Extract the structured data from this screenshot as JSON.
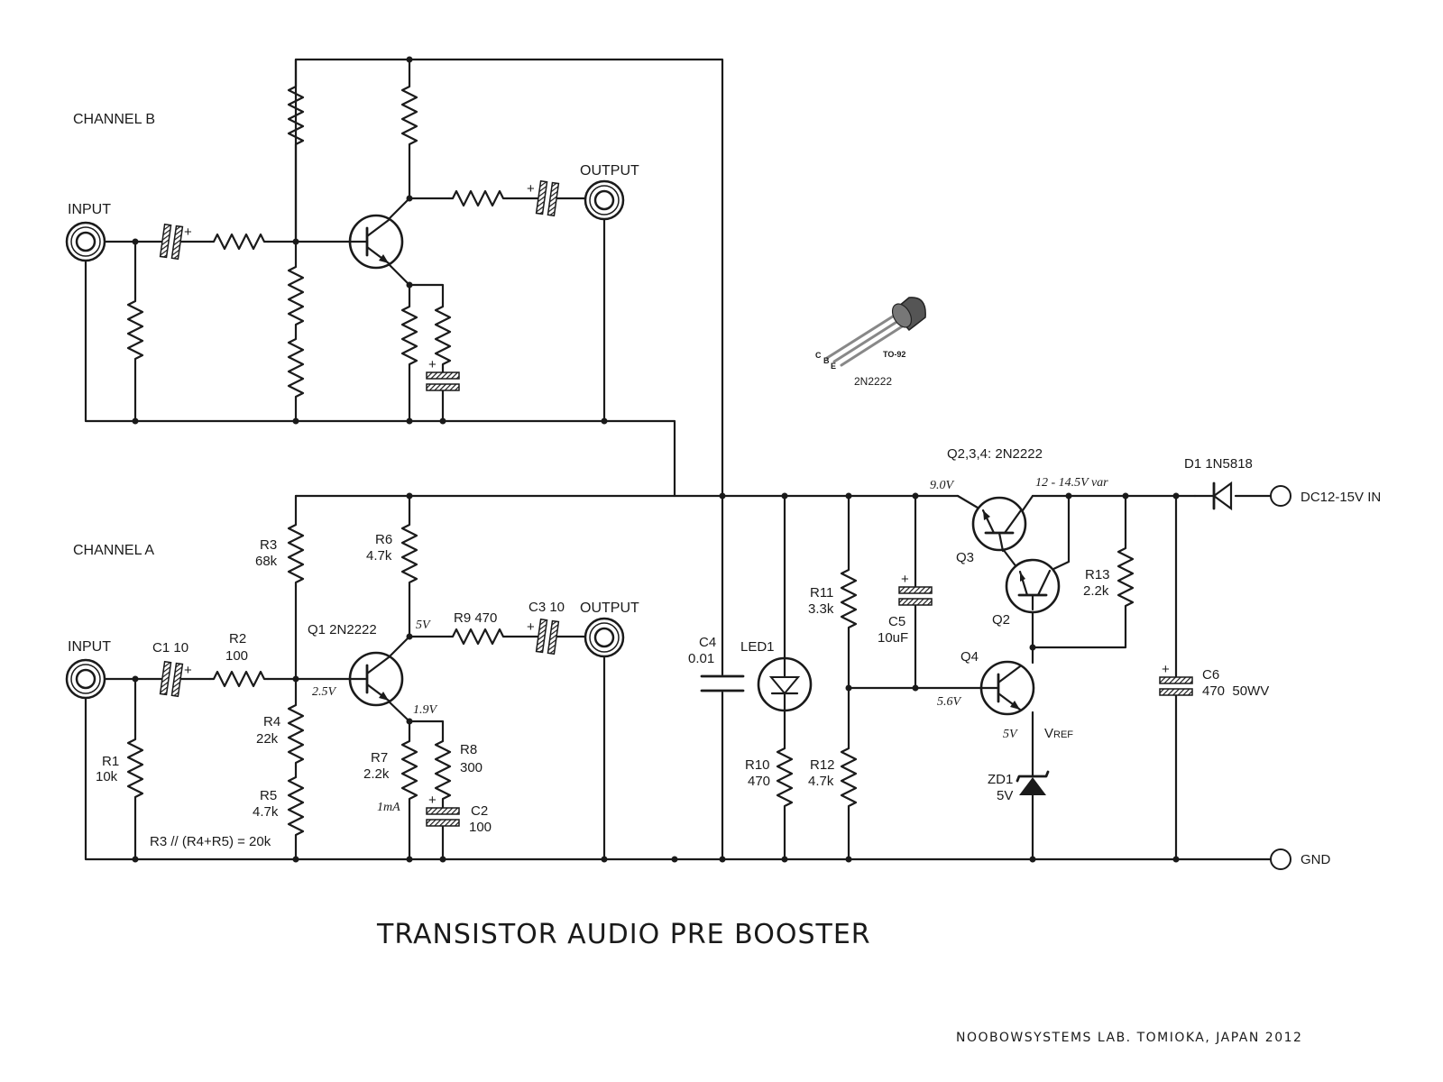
{
  "title": "TRANSISTOR AUDIO PRE BOOSTER",
  "credit": "NOOBOWSYSTEMS LAB. TOMIOKA, JAPAN 2012",
  "channel_b": {
    "label": "CHANNEL B",
    "input_label": "INPUT",
    "output_label": "OUTPUT"
  },
  "channel_a": {
    "label": "CHANNEL A",
    "input_label": "INPUT",
    "output_label": "OUTPUT",
    "components": {
      "c1": {
        "name": "C1",
        "value": "10"
      },
      "r2": {
        "name": "R2",
        "value": "100"
      },
      "r1": {
        "name": "R1",
        "value": "10k"
      },
      "r3": {
        "name": "R3",
        "value": "68k"
      },
      "r4": {
        "name": "R4",
        "value": "22k"
      },
      "r5": {
        "name": "R5",
        "value": "4.7k"
      },
      "q1": "Q1 2N2222",
      "r6": {
        "name": "R6",
        "value": "4.7k"
      },
      "r9": "R9 470",
      "c3": "C3 10",
      "r7": {
        "name": "R7",
        "value": "2.2k"
      },
      "r8": {
        "name": "R8",
        "value": "300"
      },
      "c2": {
        "name": "C2",
        "value": "100"
      }
    },
    "note": "R3 // (R4+R5) = 20k",
    "voltages": {
      "collector": "5V",
      "base": "2.5V",
      "emitter": "1.9V",
      "current": "1mA"
    }
  },
  "transistor_package": {
    "pins": [
      "C",
      "B",
      "E"
    ],
    "package": "TO-92",
    "part": "2N2222"
  },
  "power_supply": {
    "transistors_note": "Q2,3,4: 2N2222",
    "q2": "Q2",
    "q3": "Q3",
    "q4": "Q4",
    "c4": {
      "name": "C4",
      "value": "0.01"
    },
    "led1": "LED1",
    "r10": {
      "name": "R10",
      "value": "470"
    },
    "r11": {
      "name": "R11",
      "value": "3.3k"
    },
    "r12": {
      "name": "R12",
      "value": "4.7k"
    },
    "c5": {
      "name": "C5",
      "value": "10uF"
    },
    "r13": {
      "name": "R13",
      "value": "2.2k"
    },
    "zd1": {
      "name": "ZD1",
      "value": "5V"
    },
    "vref": {
      "main": "V",
      "sub": "REF"
    },
    "c6": {
      "name": "C6",
      "value": "470  50WV"
    },
    "d1": "D1 1N5818",
    "dc_in": "DC12-15V IN",
    "gnd": "GND",
    "voltages": {
      "q3_collector": "9.0V",
      "input_rail": "12 - 14.5V var",
      "q4_base": "5.6V",
      "q4_emitter": "5V"
    }
  }
}
